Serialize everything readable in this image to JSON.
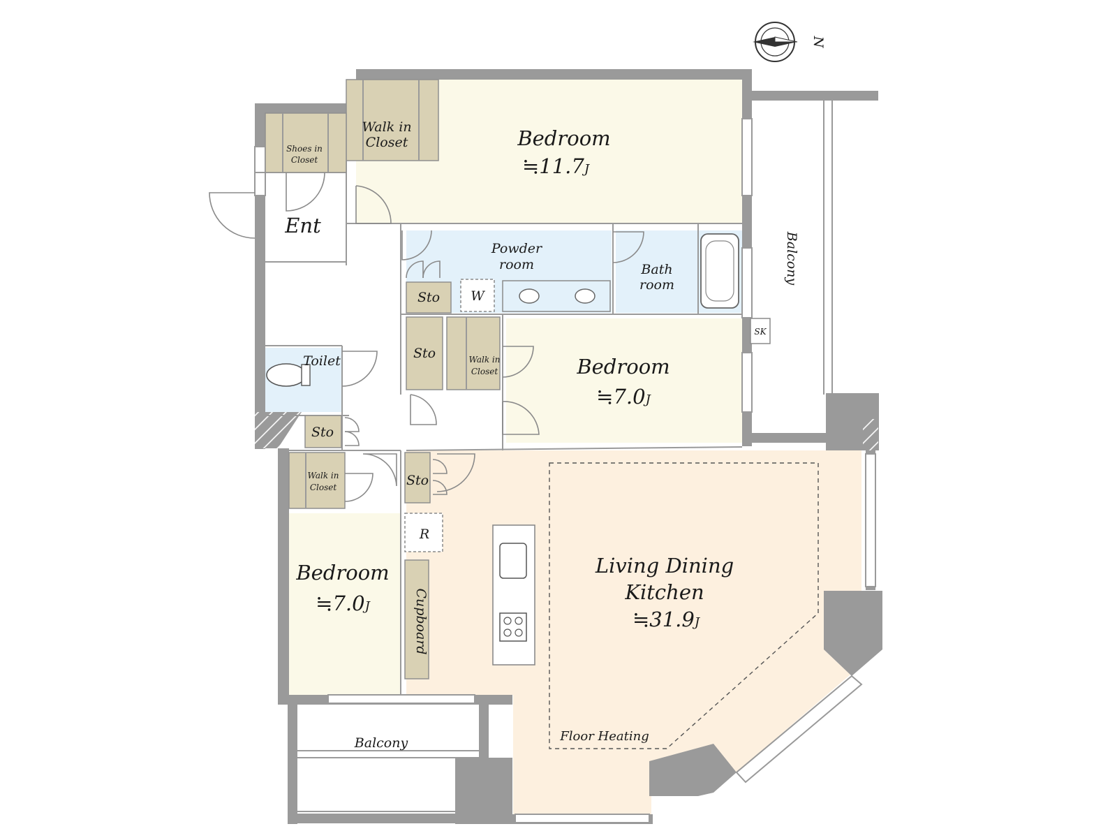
{
  "colors": {
    "wall": "#9a9a9a",
    "bedroom_floor": "#fbf9e8",
    "wet_area_floor": "#e3f1fa",
    "living_floor": "#fdf0df",
    "storage": "#d9d1b4",
    "balcony": "#ffffff"
  },
  "compass": {
    "label": "N",
    "icon": "compass-icon"
  },
  "rooms": {
    "bedroom_main": {
      "name": "Bedroom",
      "area": "≒11.7",
      "unit": "J"
    },
    "bedroom_mid": {
      "name": "Bedroom",
      "area": "≒7.0",
      "unit": "J"
    },
    "bedroom_left": {
      "name": "Bedroom",
      "area": "≒7.0",
      "unit": "J"
    },
    "ldk": {
      "name_line1": "Living Dining",
      "name_line2": "Kitchen",
      "area": "≒31.9",
      "unit": "J",
      "floor_heating": "Floor Heating"
    },
    "powder": {
      "line1": "Powder",
      "line2": "room"
    },
    "bath": {
      "line1": "Bath",
      "line2": "room"
    },
    "entrance": {
      "name": "Ent"
    },
    "toilet": {
      "name": "Toilet"
    },
    "balcony_east": {
      "name": "Balcony"
    },
    "balcony_south": {
      "name": "Balcony"
    }
  },
  "storage": {
    "shoes": {
      "line1": "Shoes in",
      "line2": "Closet"
    },
    "wic_top": {
      "line1": "Walk in",
      "line2": "Closet"
    },
    "wic_mid": {
      "line1": "Walk in",
      "line2": "Closet"
    },
    "wic_left": {
      "line1": "Walk in",
      "line2": "Closet"
    },
    "sto_powder": "Sto",
    "sto_hall": "Sto",
    "sto_toilet": "Sto",
    "sto_kitchen": "Sto",
    "cupboard": "Cupboard",
    "fridge": "R",
    "washer": "W",
    "sink_sk": "SK"
  }
}
